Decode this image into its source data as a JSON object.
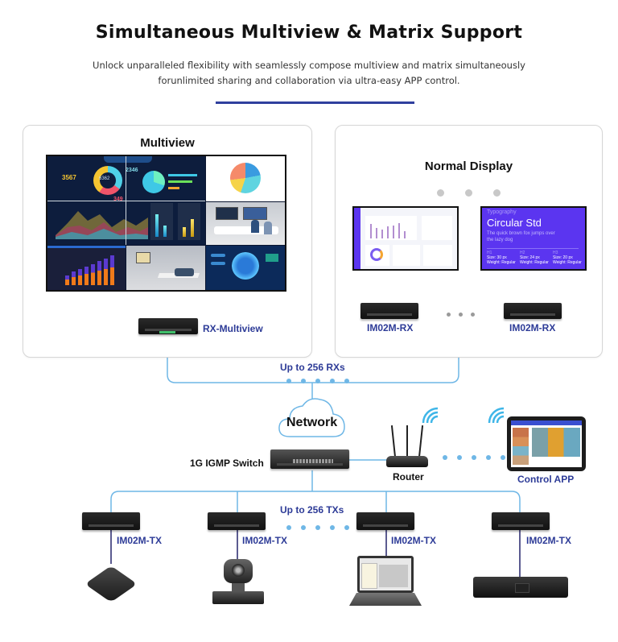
{
  "header": {
    "title": "Simultaneous Multiview & Matrix Support",
    "subtitle_line1": "Unlock unparalleled flexibility with seamlessly compose multiview and matrix simultaneously",
    "subtitle_line2": "forunlimited sharing and collaboration via ultra-easy APP control."
  },
  "multiview_panel": {
    "title": "Multiview",
    "device_label": "RX-Multiview",
    "screen": {
      "dash_values": [
        "3567",
        "6362",
        "2346",
        "349"
      ]
    }
  },
  "normal_panel": {
    "title": "Normal Display",
    "display_typography": {
      "heading": "Typography",
      "font_name": "Circular Std",
      "sample_text": "The quick brown fox jumps over the lazy dog",
      "styles": [
        {
          "name": "H1",
          "size": "Size: 30 px",
          "weight": "Weight: Regular"
        },
        {
          "name": "H2",
          "size": "Size: 24 px",
          "weight": "Weight: Regular"
        },
        {
          "name": "H3",
          "size": "Size: 20 px",
          "weight": "Weight: Regular"
        }
      ]
    },
    "receivers": [
      {
        "label": "IM02M-RX"
      },
      {
        "label": "IM02M-RX"
      }
    ]
  },
  "network": {
    "rx_count_label": "Up to 256 RXs",
    "cloud_label": "Network",
    "switch_label": "1G IGMP Switch",
    "router_label": "Router",
    "control_label": "Control APP",
    "tx_count_label": "Up to 256 TXs"
  },
  "transmitters": [
    {
      "label": "IM02M-TX",
      "source": "media-box"
    },
    {
      "label": "IM02M-TX",
      "source": "ptz-camera"
    },
    {
      "label": "IM02M-TX",
      "source": "laptop"
    },
    {
      "label": "IM02M-TX",
      "source": "nvr-recorder"
    }
  ],
  "colors": {
    "accent_blue": "#2d3b97",
    "line_blue": "#6fb7e6",
    "cable_navy": "#24246b",
    "display_purple": "#5b35f0"
  }
}
